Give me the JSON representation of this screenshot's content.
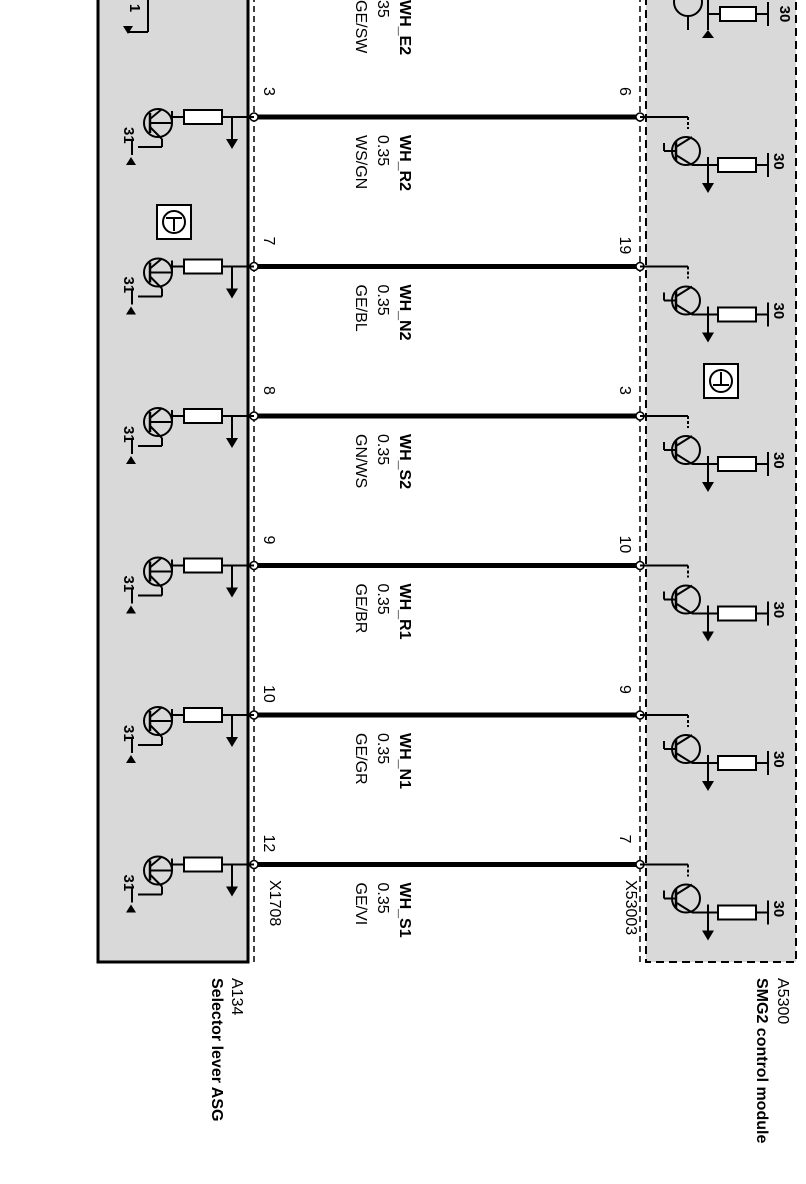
{
  "diagram": {
    "left_module": {
      "id": "A134",
      "name": "Selector lever ASG",
      "connector": "X1708",
      "ground_label": "31"
    },
    "right_module": {
      "id": "A5300",
      "name": "SMG2 control module",
      "connector": "X53003",
      "supply_label": "30"
    },
    "top_partial_wire": {
      "name": "WH_E2",
      "gauge": "35",
      "color": "GE/SW",
      "left_ground": "1"
    },
    "wires": [
      {
        "left_pin": "3",
        "right_pin": "6",
        "name": "WH_R2",
        "gauge": "0.35",
        "color": "WS/GN"
      },
      {
        "left_pin": "7",
        "right_pin": "19",
        "name": "WH_N2",
        "gauge": "0.35",
        "color": "GE/BL"
      },
      {
        "left_pin": "8",
        "right_pin": "3",
        "name": "WH_S2",
        "gauge": "0.35",
        "color": "GN/WS"
      },
      {
        "left_pin": "9",
        "right_pin": "10",
        "name": "WH_R1",
        "gauge": "0.35",
        "color": "GE/BR"
      },
      {
        "left_pin": "10",
        "right_pin": "9",
        "name": "WH_N1",
        "gauge": "0.35",
        "color": "GE/GR"
      },
      {
        "left_pin": "12",
        "right_pin": "7",
        "name": "WH_S1",
        "gauge": "0.35",
        "color": "GE/VI"
      }
    ]
  }
}
